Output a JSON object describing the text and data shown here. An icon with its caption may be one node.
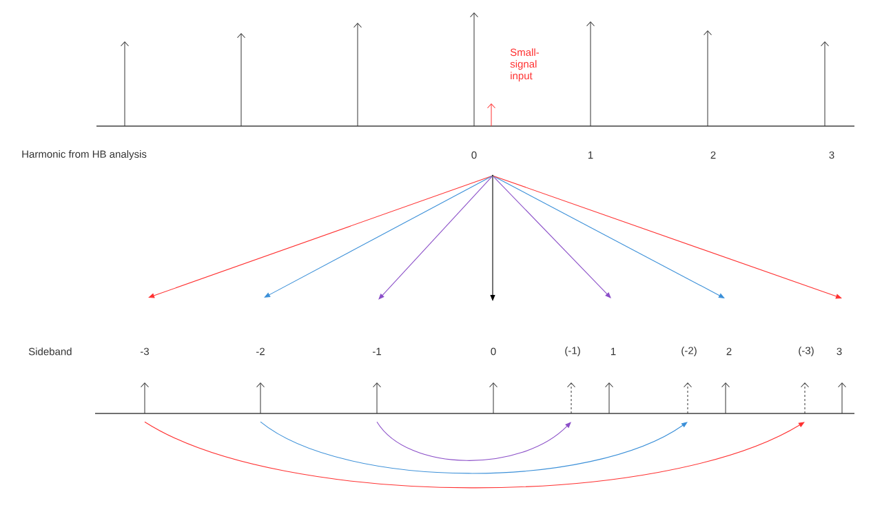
{
  "diagram": {
    "nodes": [
      {
        "text": [],
        "shape": "arrow"
      },
      {
        "text": [],
        "shape": "arrow"
      },
      {
        "text": [],
        "shape": "arrow"
      },
      {
        "text": [],
        "shape": "arrow"
      },
      {
        "text": [],
        "shape": "arrow"
      },
      {
        "text": [],
        "shape": "arrow"
      },
      {
        "text": [],
        "shape": "arrow"
      },
      {
        "text": [],
        "shape": "arrow",
        "beside": [
          "Small-signal input"
        ]
      },
      {
        "text": [],
        "shape": "point"
      },
      {
        "text": [],
        "shape": "arrow"
      },
      {
        "text": [],
        "shape": "arrow"
      },
      {
        "text": [],
        "shape": "arrow"
      },
      {
        "text": [],
        "shape": "arrow"
      },
      {
        "text": [],
        "shape": "arrow"
      },
      {
        "text": [],
        "shape": "arrow"
      },
      {
        "text": [],
        "shape": "arrow"
      },
      {
        "text": [],
        "shape": "arrow"
      },
      {
        "text": [],
        "shape": "arrow"
      },
      {
        "text": [],
        "shape": "arrow"
      }
    ],
    "edges": [
      {
        "from": 8,
        "to": null,
        "arrow": "to",
        "color": "#ff3030"
      },
      {
        "from": 8,
        "to": null,
        "arrow": "to",
        "color": "#3a8fd8"
      },
      {
        "from": 8,
        "to": null,
        "arrow": "to",
        "color": "#8b4fc8"
      },
      {
        "from": 8,
        "to": null,
        "arrow": "to",
        "color": "#000000"
      },
      {
        "from": 8,
        "to": null,
        "arrow": "to",
        "color": "#8b4fc8"
      },
      {
        "from": 8,
        "to": null,
        "arrow": "to",
        "color": "#3a8fd8"
      },
      {
        "from": 8,
        "to": null,
        "arrow": "to",
        "color": "#ff3030"
      },
      {
        "from": 11,
        "to": 13,
        "arrow": "to",
        "color": "#8b4fc8"
      },
      {
        "from": 10,
        "to": 15,
        "arrow": "to",
        "color": "#3a8fd8"
      },
      {
        "from": 9,
        "to": 17,
        "arrow": "to",
        "color": "#ff3030"
      }
    ],
    "labels": [
      "Harmonic  from HB analysis",
      "0",
      "1",
      "2",
      "3",
      "Sideband",
      "-3",
      "-2",
      "-1",
      "0",
      "(-1)",
      "1",
      "(-2)",
      "2",
      "(-3)",
      "3"
    ]
  }
}
